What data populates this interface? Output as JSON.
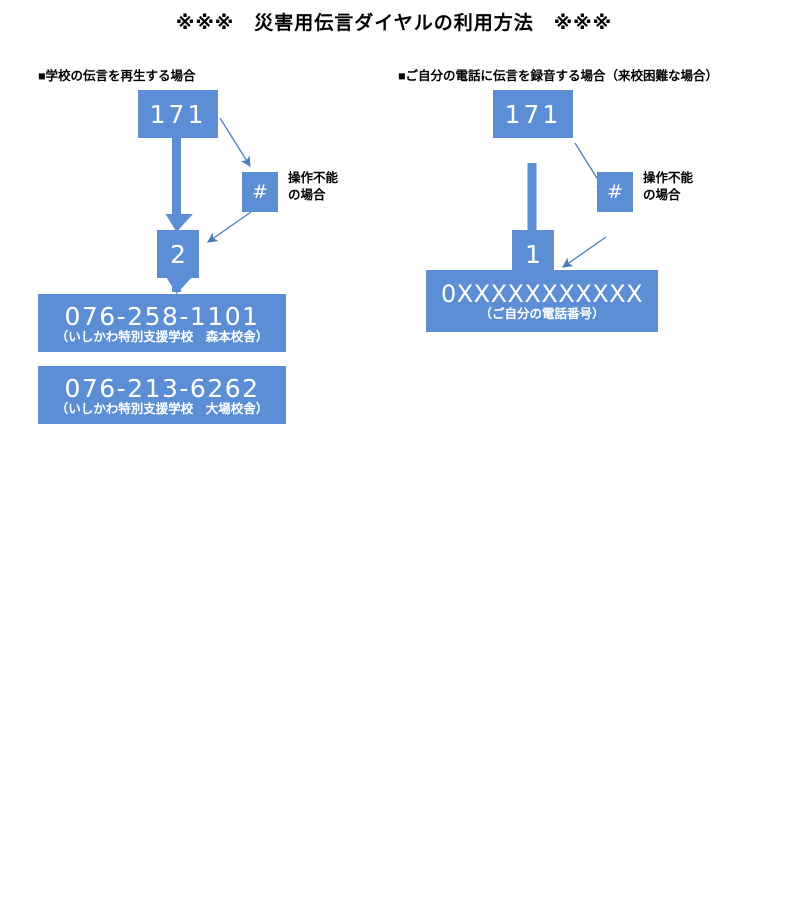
{
  "page": {
    "title": "※※※　災害用伝言ダイヤルの利用方法　※※※",
    "background_color": "#FFFFFF",
    "box_color": "#5B8ED4",
    "arrow_color": "#4A7EBB",
    "text_color": "#000000",
    "box_text_color": "#FFFFFF"
  },
  "sections": [
    {
      "heading": "■学校の伝言を再生する場合",
      "nodes": {
        "dial": "171",
        "hash": "#",
        "step": "2"
      },
      "annotation": {
        "line1": "操作不能",
        "line2": "の場合"
      },
      "phones": [
        {
          "number": "076-258-1101",
          "caption": "（いしかわ特別支援学校　森本校舎）"
        },
        {
          "number": "076-213-6262",
          "caption": "（いしかわ特別支援学校　大場校舎）"
        }
      ]
    },
    {
      "heading": "■ご自分の電話に伝言を録音する場合（来校困難な場合）",
      "nodes": {
        "dial": "171",
        "hash": "#",
        "step": "1"
      },
      "annotation": {
        "line1": "操作不能",
        "line2": "の場合"
      },
      "phones": [
        {
          "number": "0XXXXXXXXXXX",
          "caption": "（ご自分の電話番号）"
        }
      ]
    }
  ]
}
